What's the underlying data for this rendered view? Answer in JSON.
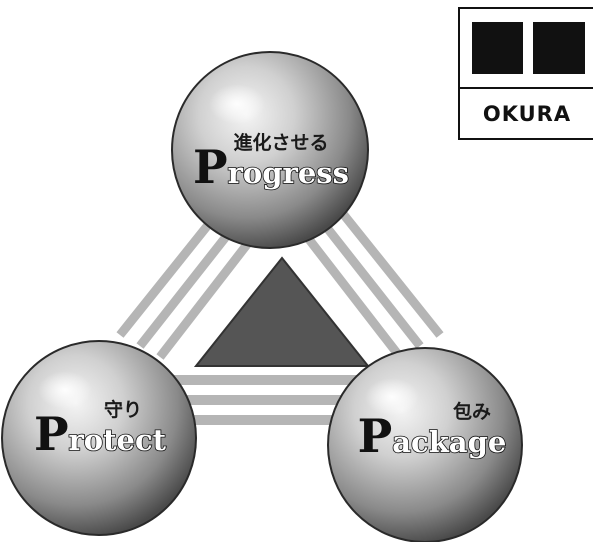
{
  "logo": {
    "text": "OKURA",
    "colors": {
      "block": "#111111",
      "border": "#111111",
      "background": "#ffffff"
    }
  },
  "diagram": {
    "nodes": [
      {
        "id": "progress",
        "jp": "進化させる",
        "en_initial": "P",
        "en_rest": "rogress"
      },
      {
        "id": "protect",
        "jp": "守り",
        "en_initial": "P",
        "en_rest": "rotect"
      },
      {
        "id": "package",
        "jp": "包み",
        "en_initial": "P",
        "en_rest": "ackage"
      }
    ],
    "colors": {
      "sphere_light": "#f4f4f4",
      "sphere_mid": "#a8a8a8",
      "sphere_dark": "#4a4a4a",
      "link_stripe": "#b5b5b5",
      "center_triangle": "#555555"
    }
  }
}
